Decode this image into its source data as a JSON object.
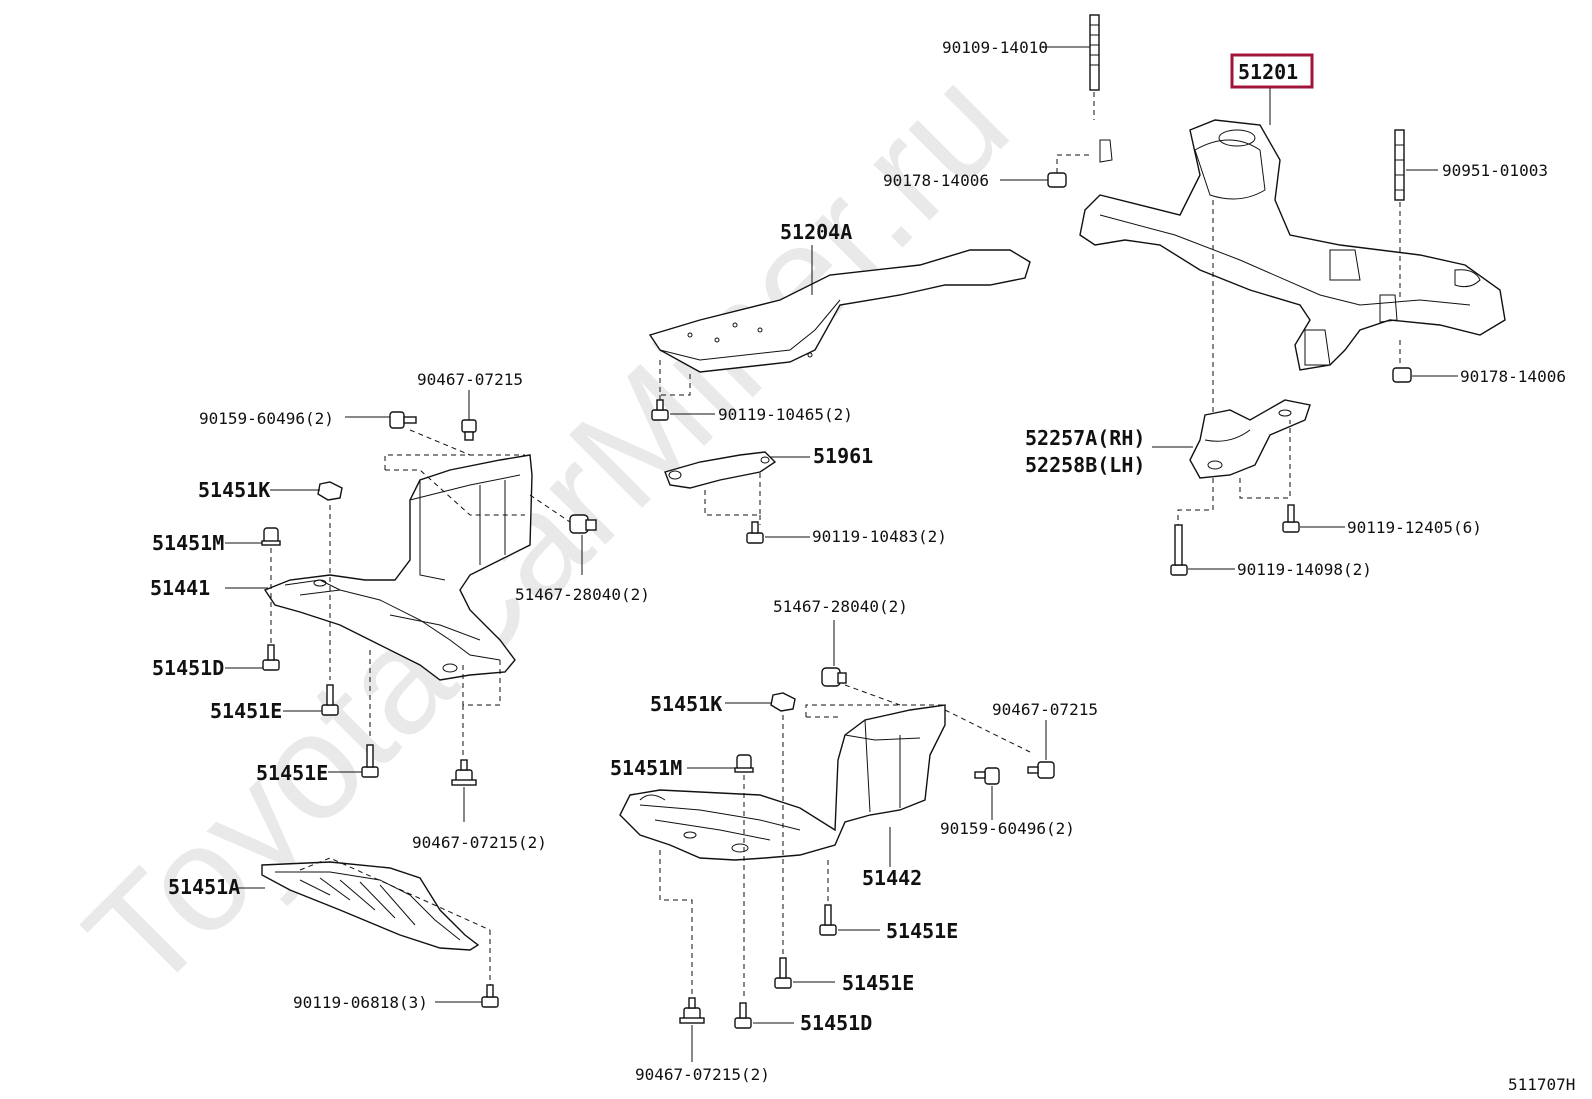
{
  "watermark": "ToyotaCarMiner.ru",
  "diagram_code": "511707H",
  "highlighted_part": "51201",
  "labels": {
    "p90109_14010": "90109-14010",
    "p51201": "51201",
    "p90178_14006_a": "90178-14006",
    "p90951_01003": "90951-01003",
    "p51204A": "51204A",
    "p90178_14006_b": "90178-14006",
    "p90467_07215_a": "90467-07215",
    "p90159_60496_a": "90159-60496(2)",
    "p90119_10465": "90119-10465(2)",
    "p52257A": "52257A(RH)",
    "p52258B": "52258B(LH)",
    "p51451K_a": "51451K",
    "p51961": "51961",
    "p51451M_a": "51451M",
    "p90119_10483": "90119-10483(2)",
    "p90119_12405": "90119-12405(6)",
    "p90119_14098": "90119-14098(2)",
    "p51441": "51441",
    "p51467_28040_a": "51467-28040(2)",
    "p51467_28040_b": "51467-28040(2)",
    "p51451D_a": "51451D",
    "p90467_07215_b": "90467-07215",
    "p51451K_b": "51451K",
    "p51451E_a": "51451E",
    "p51451M_b": "51451M",
    "p51451E_b": "51451E",
    "p90159_60496_b": "90159-60496(2)",
    "p90467_07215_c": "90467-07215(2)",
    "p51442": "51442",
    "p51451A": "51451A",
    "p51451E_c": "51451E",
    "p51451E_d": "51451E",
    "p90119_06818": "90119-06818(3)",
    "p51451D_b": "51451D",
    "p90467_07215_d": "90467-07215(2)"
  }
}
